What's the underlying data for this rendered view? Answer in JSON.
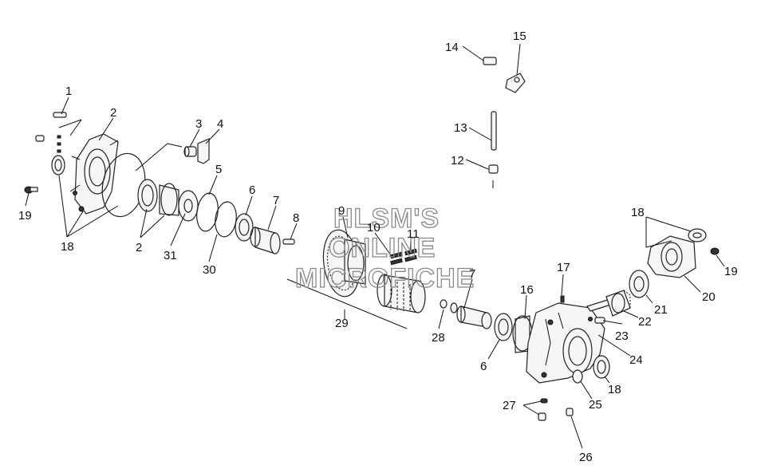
{
  "diagram": {
    "type": "exploded-parts-view",
    "callouts": [
      "1",
      "2",
      "3",
      "4",
      "5",
      "6",
      "7",
      "8",
      "9",
      "10",
      "11",
      "12",
      "13",
      "14",
      "15",
      "16",
      "17",
      "18",
      "19",
      "20",
      "21",
      "22",
      "23",
      "24",
      "25",
      "26",
      "27",
      "28",
      "29",
      "30",
      "31"
    ]
  },
  "watermark": {
    "lines": [
      "HLSM'S",
      "ONLINE",
      "MICROFICHE"
    ]
  }
}
